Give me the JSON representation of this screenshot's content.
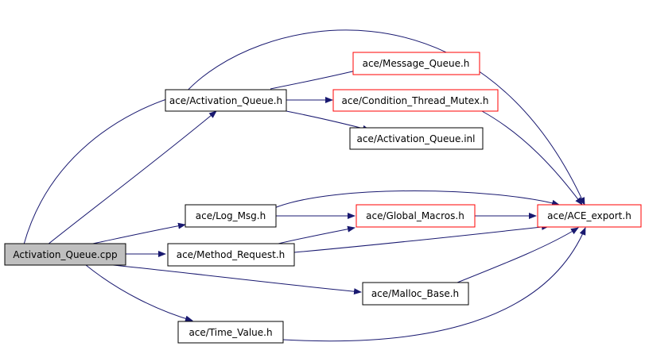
{
  "colors": {
    "edge": "#191970",
    "node_border": "#000000",
    "incomplete_border": "#ff0000",
    "root_fill": "#bfbfbf",
    "node_fill": "#ffffff"
  },
  "nodes": {
    "root": {
      "label": "Activation_Queue.cpp"
    },
    "activation_queue_h": {
      "label": "ace/Activation_Queue.h"
    },
    "message_queue_h": {
      "label": "ace/Message_Queue.h"
    },
    "condition_thread_mutex_h": {
      "label": "ace/Condition_Thread_Mutex.h"
    },
    "activation_queue_inl": {
      "label": "ace/Activation_Queue.inl"
    },
    "log_msg_h": {
      "label": "ace/Log_Msg.h"
    },
    "global_macros_h": {
      "label": "ace/Global_Macros.h"
    },
    "ace_export_h": {
      "label": "ace/ACE_export.h"
    },
    "method_request_h": {
      "label": "ace/Method_Request.h"
    },
    "malloc_base_h": {
      "label": "ace/Malloc_Base.h"
    },
    "time_value_h": {
      "label": "ace/Time_Value.h"
    }
  }
}
